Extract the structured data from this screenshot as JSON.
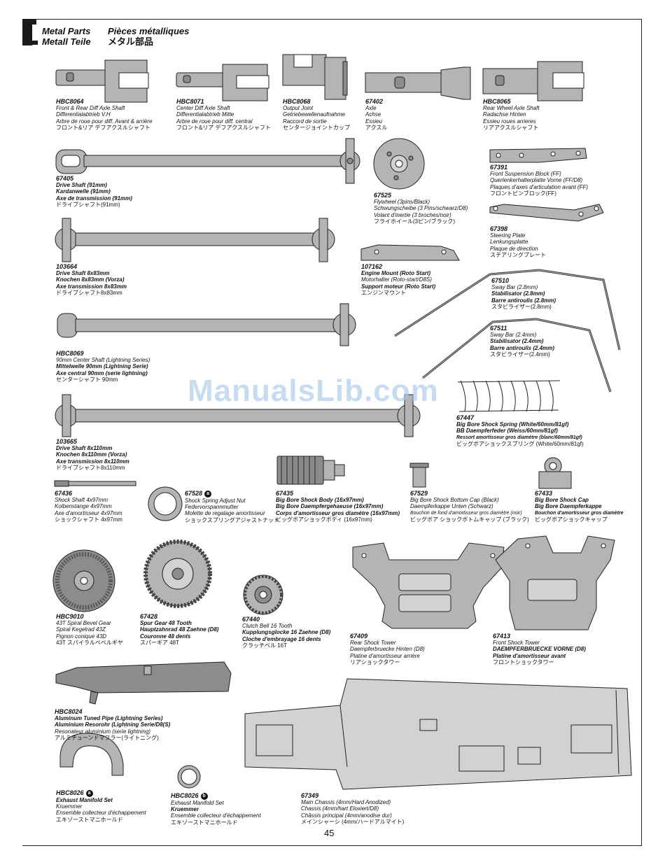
{
  "header": {
    "en": "Metal Parts",
    "fr": "Pièces métalliques",
    "de": "Metall Teile",
    "jp": "メタル部品"
  },
  "watermark": "ManualsLib.com",
  "page_number": "45",
  "parts": {
    "hbc8064": {
      "no": "HBC8064",
      "lines": [
        "Front & Rear Diff Axle Shaft",
        "Differentialabtrieb V.H",
        "Arbre de roue pour diff. Avant & arrière",
        "フロント&リア デフアクスルシャフト"
      ]
    },
    "hbc8071": {
      "no": "HBC8071",
      "lines": [
        "Center Diff Axle Shaft",
        "Differentialabtrieb Mitte",
        "Arbre de roue pour diff. central",
        "フロント&リア デフアクスルシャフト"
      ]
    },
    "hbc8068": {
      "no": "HBC8068",
      "lines": [
        "Output Joint",
        "Getriebewellenaufnahme",
        "Raccord de sortie",
        "センタージョイントカップ"
      ]
    },
    "p67402": {
      "no": "67402",
      "lines": [
        "Axle",
        "Achse",
        "Essieu",
        "アクスル"
      ]
    },
    "hbc8065": {
      "no": "HBC8065",
      "lines": [
        "Rear Wheel Axle Shaft",
        "Radachse Hinten",
        "Essieu roues arrieres",
        "リアアクスルシャフト"
      ]
    },
    "p67405": {
      "no": "67405",
      "lines": [
        "Drive Shaft (91mm)",
        "Kardanwelle (91mm)",
        "Axe de transmission (91mm)",
        "ドライブシャフト(91mm)"
      ]
    },
    "p67525": {
      "no": "67525",
      "lines": [
        "Flywheel (3pins/Black)",
        "Schwungscheibe (3 Pins/schwarz/D8)",
        "Volant d'inertie (3 broches/noir)",
        "フライホイール(3ピン/ブラック)"
      ]
    },
    "p67391": {
      "no": "67391",
      "lines": [
        "Front Suspension Block (FF)",
        "Querlenkerhalterplatte Vorne (FF/D8)",
        "Plaques d'axes d'articulation avant (FF)",
        "フロントピンブロック(FF)"
      ]
    },
    "p67398": {
      "no": "67398",
      "lines": [
        "Steering Plate",
        "Lenkungsplatte",
        "Plaque de direction",
        "ステアリングプレート"
      ]
    },
    "p103664": {
      "no": "103664",
      "lines": [
        "Drive Shaft 8x83mm",
        "Knochen 8x83mm (Vorza)",
        "Axe transmission 8x83mm",
        "ドライブシャフト8x83mm"
      ]
    },
    "p107162": {
      "no": "107162",
      "lines": [
        "Engine Mount (Roto Start)",
        "Motorhalter (Roto-start/D8S)",
        "Support moteur (Roto Start)",
        "エンジンマウント"
      ]
    },
    "p67510": {
      "no": "67510",
      "lines": [
        "Sway Bar (2.8mm)",
        "Stabilisator (2.8mm)",
        "Barre antiroulis (2.8mm)",
        "スタビライザー(2.8mm)"
      ]
    },
    "p67511": {
      "no": "67511",
      "lines": [
        "Sway Bar (2.4mm)",
        "Stabilisator (2.4mm)",
        "Barre antiroulis (2.4mm)",
        "スタビライザー(2.4mm)"
      ]
    },
    "hbc8069": {
      "no": "HBC8069",
      "lines": [
        "90mm Center Shaft (Lightning Series)",
        "Mittelwelle 90mm (Lightning Serie)",
        "Axe central 90mm (serie lightning)",
        "センターシャフト 90mm"
      ]
    },
    "p67447": {
      "no": "67447",
      "lines": [
        "Big Bore Shock Spring (White/60mm/81gf)",
        "BB Daempferfeder (Weiss/60mm/81gf)",
        "Ressort amortisseur gros diamètre (blanc/60mm/81gf)",
        "ビッグボアショックスプリング (White/60mm/81gf)"
      ]
    },
    "p103665": {
      "no": "103665",
      "lines": [
        "Drive Shaft 8x110mm",
        "Knochen 8x110mm (Vorza)",
        "Axe transmission 8x110mm",
        "ドライブシャフト8x110mm"
      ]
    },
    "p67436": {
      "no": "67436",
      "lines": [
        "Shock Shaft 4x97mm",
        "Kolbenstange 4x97mm",
        "Axe d'amortisseur 4x97mm",
        "ショックシャフト 4x97mm"
      ]
    },
    "p67528": {
      "no": "67528",
      "badge": "a",
      "lines": [
        "Shock Spring Adjust Nut",
        "Federvorspannmutter",
        "Molette de regalage amortisseur",
        "ショックスプリングアジャストナット"
      ]
    },
    "p67435": {
      "no": "67435",
      "lines": [
        "Big Bore Shock Body (16x97mm)",
        "Big Bore Daempfergehaeuse (16x97mm)",
        "Corps d'amortisseur gros diamètre (16x97mm)",
        "ビッグボアショックボディ (16x97mm)"
      ]
    },
    "p67529": {
      "no": "67529",
      "lines": [
        "Big Bore Shock Bottom Cap (Black)",
        "Daempferkappe Unten (Schwarz)",
        "Bouchon de fond d'amortisseur gros diamètre (noir)",
        "ビッグボア ショックボトムキャップ (ブラック)"
      ]
    },
    "p67433": {
      "no": "67433",
      "lines": [
        "Big Bore Shock Cap",
        "Big Bore Daempferkappe",
        "Bouchon d'amortisseur gros diamètre",
        "ビッグボアショックキャップ"
      ]
    },
    "hbc9010": {
      "no": "HBC9010",
      "lines": [
        "43T Spiral Bevel Gear",
        "Spiral Kegelrad 43Z",
        "Pignon conique 43D",
        "43T スパイラルベベルギヤ"
      ]
    },
    "p67428": {
      "no": "67428",
      "lines": [
        "Spur Gear 48 Tooth",
        "Hauptzahnrad 48 Zaehne (D8)",
        "Couronne 48 dents",
        "スパーギア 48T"
      ]
    },
    "p67440": {
      "no": "67440",
      "lines": [
        "Clutch Bell 16 Tooth",
        "Kupplungsglocke 16 Zaehne (D8)",
        "Cloche d'embrayage 16 dents",
        "クラッチベル 16T"
      ]
    },
    "p67409": {
      "no": "67409",
      "lines": [
        "Rear Shock Tower",
        "Daempferbruecke Hinten (D8)",
        "Platine d'amortisseur arrière",
        "リアショックタワー"
      ]
    },
    "p67413": {
      "no": "67413",
      "lines": [
        "Front Shock Tower",
        "DAEMPFERBRUECKE VORNE (D8)",
        "Platine d'amortisseur avant",
        "フロントショックタワー"
      ]
    },
    "hbc8024": {
      "no": "HBC8024",
      "lines": [
        "Aluminum Tuned Pipe (Lightning Series)",
        "Aluminium Resorohr (Lightning Serie/D8(S)",
        "Resonateur aluminium (serie lightning)",
        "アルミチューンドマフラー(ライトニング)"
      ]
    },
    "hbc8026a": {
      "no": "HBC8026",
      "badge": "a",
      "lines": [
        "Exhaust Manifold Set",
        "Kruemmer",
        "Ensemble collecteur d'échappement",
        "エキゾーストマニホールド"
      ]
    },
    "hbc8026b": {
      "no": "HBC8026",
      "badge": "b",
      "lines": [
        "Exhaust Manifold Set",
        "Kruemmer",
        "Ensemble collecteur d'échappement",
        "エキゾーストマニホールド"
      ]
    },
    "p67349": {
      "no": "67349",
      "lines": [
        "Main Chassis (4mm/Hard Anodized)",
        "Chassis (4mm/hart Eloxiert/D8)",
        "Châssis principal (4mm/anodise dur)",
        "メインシャーシ (4mm/ハードアルマイト)"
      ]
    }
  }
}
